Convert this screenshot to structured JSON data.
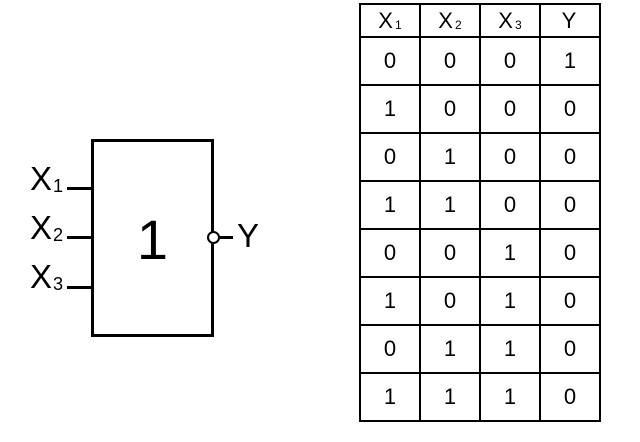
{
  "diagram": {
    "gate": {
      "symbol_label": "1",
      "inputs": [
        {
          "base": "X",
          "sub": "1"
        },
        {
          "base": "X",
          "sub": "2"
        },
        {
          "base": "X",
          "sub": "3"
        }
      ],
      "output_label": "Y"
    },
    "colors": {
      "line": "#000000",
      "background": "#ffffff"
    }
  },
  "truth_table": {
    "headers": [
      {
        "base": "X",
        "sub": "1"
      },
      {
        "base": "X",
        "sub": "2"
      },
      {
        "base": "X",
        "sub": "3"
      },
      {
        "base": "Y",
        "sub": ""
      }
    ],
    "rows": [
      [
        "0",
        "0",
        "0",
        "1"
      ],
      [
        "1",
        "0",
        "0",
        "0"
      ],
      [
        "0",
        "1",
        "0",
        "0"
      ],
      [
        "1",
        "1",
        "0",
        "0"
      ],
      [
        "0",
        "0",
        "1",
        "0"
      ],
      [
        "1",
        "0",
        "1",
        "0"
      ],
      [
        "0",
        "1",
        "1",
        "0"
      ],
      [
        "1",
        "1",
        "1",
        "0"
      ]
    ]
  }
}
